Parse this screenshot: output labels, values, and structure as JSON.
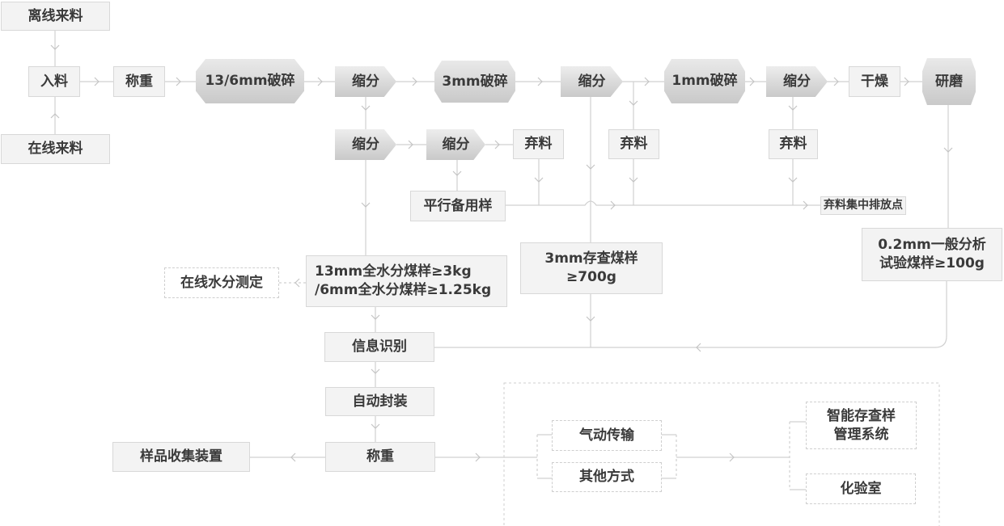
{
  "nodes": {
    "offline": "离线来料",
    "online": "在线来料",
    "input": "入料",
    "weigh1": "称重",
    "crush13": "13/6mm破碎",
    "div1": "缩分",
    "crush3": "3mm破碎",
    "div2": "缩分",
    "crush1": "1mm破碎",
    "div3": "缩分",
    "dry": "干燥",
    "grind": "研磨",
    "div4": "缩分",
    "div5": "缩分",
    "discard1": "弃料",
    "discard2": "弃料",
    "discard3": "弃料",
    "parallel": "平行备用样",
    "discard_point": "弃料集中排放点",
    "sample13_l1": "13mm全水分煤样≥3kg",
    "sample13_l2": "/6mm全水分煤样≥1.25kg",
    "online_moisture": "在线水分测定",
    "sample3_l1": "3mm存查煤样",
    "sample3_l2": "≥700g",
    "sample02_l1": "0.2mm一般分析",
    "sample02_l2": "试验煤样≥100g",
    "info_id": "信息识别",
    "auto_pack": "自动封装",
    "weigh2": "称重",
    "collector": "样品收集装置",
    "pneumatic": "气动传输",
    "other": "其他方式",
    "smart_l1": "智能存查样",
    "smart_l2": "管理系统",
    "lab": "化验室"
  },
  "colors": {
    "line": "#cfcfcf",
    "box_fill": "#f3f3f3",
    "text": "#3a3a3a"
  }
}
